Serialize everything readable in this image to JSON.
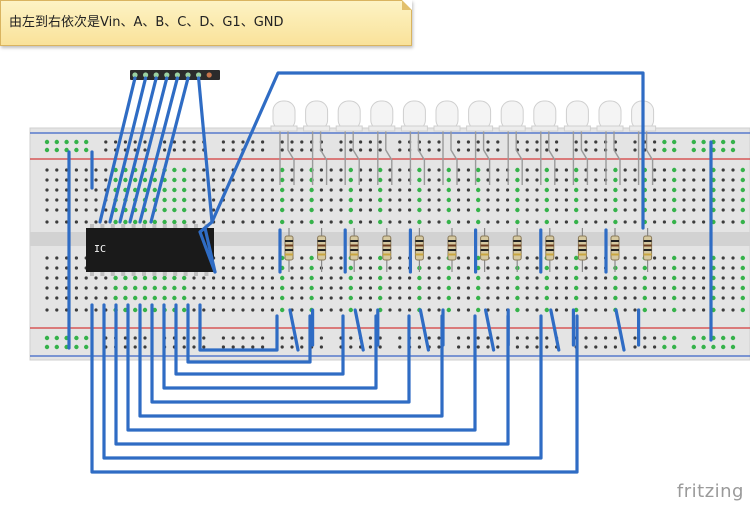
{
  "note": {
    "text": "由左到右依次是Vin、A、B、C、D、G1、GND"
  },
  "ic": {
    "label": "IC"
  },
  "watermark": {
    "text": "fritzing"
  },
  "colors": {
    "wire": "#2f6cc4",
    "breadboard": "#e4e4e4",
    "rail_red": "#d33b3b",
    "rail_blue": "#3a64c8",
    "hole_connected": "#35b24a",
    "hole": "#3c3c3c",
    "ic_body": "#1a1a1a",
    "led": "#f4f4f4"
  },
  "header": {
    "pins": 8
  },
  "leds": {
    "count": 12
  },
  "resistors": {
    "count": 12
  }
}
